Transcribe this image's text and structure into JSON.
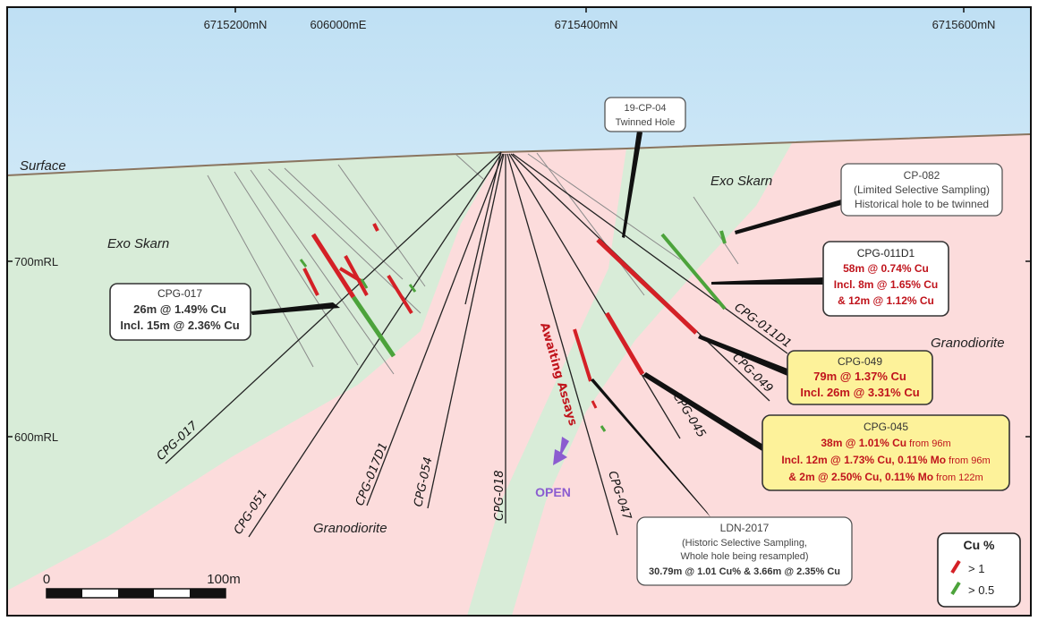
{
  "header": {
    "coords": [
      "6715200mN",
      "606000mE",
      "6715400mN",
      "6715600mN"
    ]
  },
  "levels": [
    "700mRL",
    "600mRL"
  ],
  "surface_label": "Surface",
  "lithology": {
    "exo_skarn_left": "Exo Skarn",
    "exo_skarn_right": "Exo Skarn",
    "granodiorite_right": "Granodiorite",
    "granodiorite_bottom": "Granodiorite"
  },
  "holes": {
    "cpg017": "CPG-017",
    "cpg051": "CPG-051",
    "cpg017d1": "CPG-017D1",
    "cpg054": "CPG-054",
    "cpg018": "CPG-018",
    "cpg047": "CPG-047",
    "cpg045": "CPG-045",
    "cpg049": "CPG-049",
    "cpg011d1": "CPG-011D1"
  },
  "awaiting_assays": "Awaiting Assays",
  "open_label": "OPEN",
  "callouts": {
    "cp04": {
      "l1": "19-CP-04",
      "l2": "Twinned Hole"
    },
    "cp082": {
      "l1": "CP-082",
      "l2": "(Limited Selective Sampling)",
      "l3": "Historical hole to be twinned"
    },
    "cpg011d1": {
      "l1": "CPG-011D1",
      "l2": "58m @ 0.74% Cu",
      "l3": "Incl. 8m @ 1.65% Cu",
      "l4": "& 12m @ 1.12% Cu"
    },
    "cpg017": {
      "l1": "CPG-017",
      "l2": "26m @ 1.49% Cu",
      "l3": "Incl. 15m @ 2.36% Cu"
    },
    "cpg049": {
      "l1": "CPG-049",
      "l2": "79m @ 1.37% Cu",
      "l3": "Incl. 26m @ 3.31% Cu"
    },
    "cpg045": {
      "l1": "CPG-045",
      "l2a": "38m @ 1.01% Cu",
      "l2b": " from 96m",
      "l3a": "Incl. 12m @ 1.73% Cu, 0.11% Mo",
      "l3b": " from 96m",
      "l4a": "& 2m @ 2.50% Cu, 0.11% Mo",
      "l4b": " from 122m"
    },
    "ldn2017": {
      "l1": "LDN-2017",
      "l2": "(Historic Selective Sampling,",
      "l3": "Whole hole being resampled)",
      "l4": "30.79m @ 1.01 Cu% & 3.66m @ 2.35% Cu"
    }
  },
  "scale": {
    "zero": "0",
    "end": "100m"
  },
  "legend": {
    "title": "Cu %",
    "items": [
      {
        "label": "> 1",
        "color": "#d42026"
      },
      {
        "label": "> 0.5",
        "color": "#4ca33b"
      }
    ]
  },
  "colors": {
    "skarn": "#d8ecd8",
    "granodiorite": "#fcdcdc",
    "sky_top": "#bfe0f4",
    "high_cu": "#d42026",
    "mod_cu": "#4ca33b",
    "highlight": "#fdf29a",
    "assay_text": "#c0141c",
    "open": "#8b5cd0"
  }
}
